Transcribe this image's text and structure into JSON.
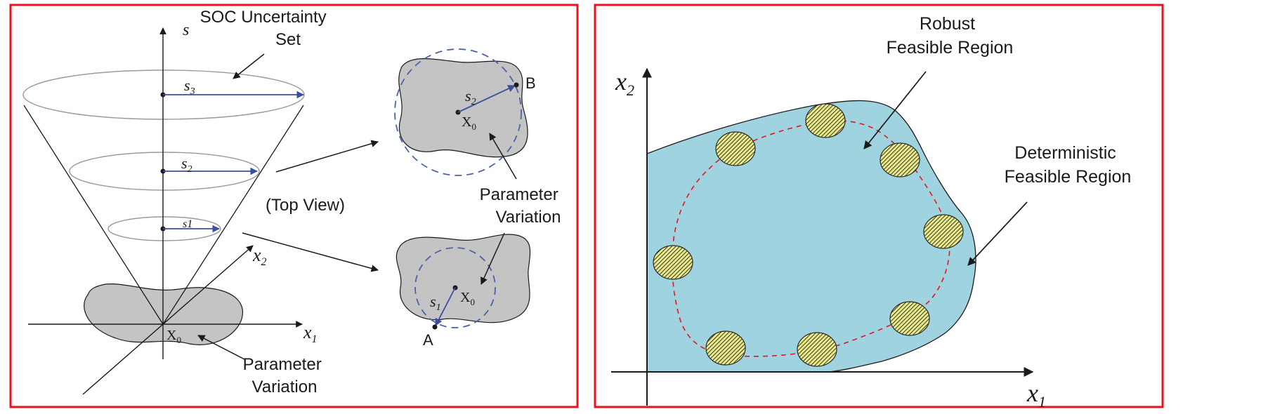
{
  "left_panel": {
    "axes": {
      "s_label": "s",
      "x1_label": "x",
      "x1_sub": "1",
      "x2_label": "x",
      "x2_sub": "2"
    },
    "origin": {
      "label": "X",
      "sub": "0"
    },
    "cone_levels": [
      {
        "label": "s",
        "sub": "3"
      },
      {
        "label": "s",
        "sub": "2"
      },
      {
        "label": "s1",
        "sub": ""
      }
    ],
    "callouts": {
      "soc_uncertainty_set": [
        "SOC Uncertainty",
        "Set"
      ],
      "parameter_variation_bottom": [
        "Parameter",
        "Variation"
      ],
      "top_view": "(Top View)",
      "parameter_variation_right": [
        "Parameter",
        "Variation"
      ]
    },
    "top_view_upper": {
      "radius_label": "s",
      "radius_sub": "2",
      "center_label": "X",
      "center_sub": "0",
      "point": "B"
    },
    "top_view_lower": {
      "radius_label": "s",
      "radius_sub": "1",
      "center_label": "X",
      "center_sub": "0",
      "point": "A"
    }
  },
  "right_panel": {
    "axes": {
      "x1_label": "x",
      "x1_sub": "1",
      "x2_label": "x",
      "x2_sub": "2"
    },
    "callouts": {
      "robust": [
        "Robust",
        "Feasible Region"
      ],
      "deterministic": [
        "Deterministic",
        "Feasible Region"
      ]
    }
  },
  "colors": {
    "frame": "#e8141c",
    "feasible_fill": "#9fd3e0",
    "shape_fill": "#c4c4c4",
    "vector_blue": "#3a4fa0",
    "dashed_circle": "#4a62a8",
    "robust_boundary": "#e8141c",
    "uncertainty_ellipse": "#8a8a3c"
  }
}
